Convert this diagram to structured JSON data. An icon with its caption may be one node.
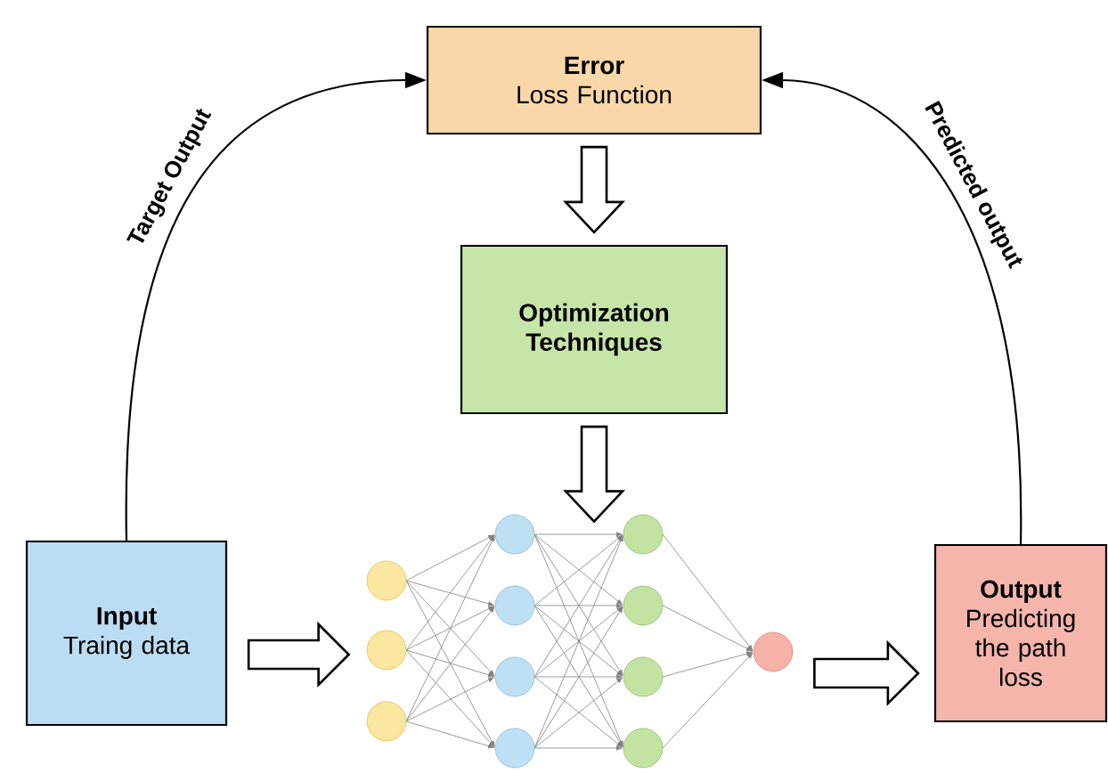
{
  "diagram": {
    "nodes": [
      {
        "text": [
          "Error",
          "Loss Function"
        ]
      },
      {
        "text": [
          "Optimization Techniques"
        ]
      },
      {
        "text": [
          "Input",
          "Traing data"
        ]
      },
      {
        "text": [],
        "shape": "picture"
      },
      {
        "text": [
          "Output",
          "Predicting the path loss"
        ]
      }
    ],
    "edges": [
      {
        "from": 2,
        "to": 0,
        "arrow": "to",
        "label": "Target Output"
      },
      {
        "from": 4,
        "to": 0,
        "arrow": "to",
        "label": "Predicted output"
      },
      {
        "from": 0,
        "to": 1,
        "arrow": "to",
        "style": "thick"
      },
      {
        "from": 1,
        "to": 3,
        "arrow": "to",
        "style": "thick"
      },
      {
        "from": 2,
        "to": 3,
        "arrow": "to",
        "style": "thick"
      },
      {
        "from": 3,
        "to": 4,
        "arrow": "to",
        "style": "thick"
      }
    ]
  }
}
